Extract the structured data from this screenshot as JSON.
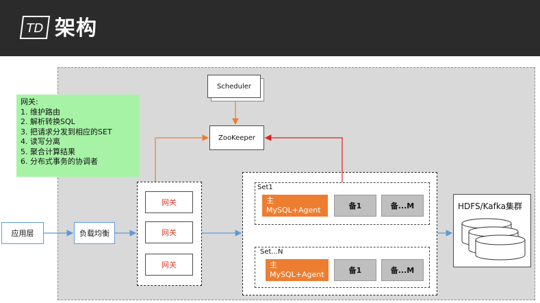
{
  "header": {
    "logo_text": "TD",
    "title": "架构"
  },
  "note": {
    "title": "网关:",
    "items": [
      "1.  维护路由",
      "2.  解析转换SQL",
      "3.  把请求分发到相应的SET",
      "4.  读写分离",
      "5.  聚合计算结果",
      "6.  分布式事务的协调者"
    ]
  },
  "nodes": {
    "scheduler": "Scheduler",
    "zookeeper": "ZooKeeper",
    "app_layer": "应用层",
    "load_balancer": "负载均衡",
    "gateways": [
      "网关",
      "网关",
      "网关"
    ],
    "hdfs": "HDFS/Kafka集群"
  },
  "sets": [
    {
      "name": "Set1",
      "primary_line1": "主",
      "primary_line2": "MySQL+Agent",
      "backup1": "备1",
      "backupM": "备...M"
    },
    {
      "name": "Set...N",
      "primary_line1": "主",
      "primary_line2": "MySQL+Agent",
      "backup1": "备1",
      "backupM": "备...M"
    }
  ],
  "colors": {
    "header_bg": "#2b2b2b",
    "note_bg": "#a6f3a6",
    "primary": "#ed7d31",
    "backup": "#bfbfbf",
    "arrow_blue": "#5b9bd5",
    "arrow_orange": "#ed7d31",
    "arrow_red": "#e02020"
  }
}
